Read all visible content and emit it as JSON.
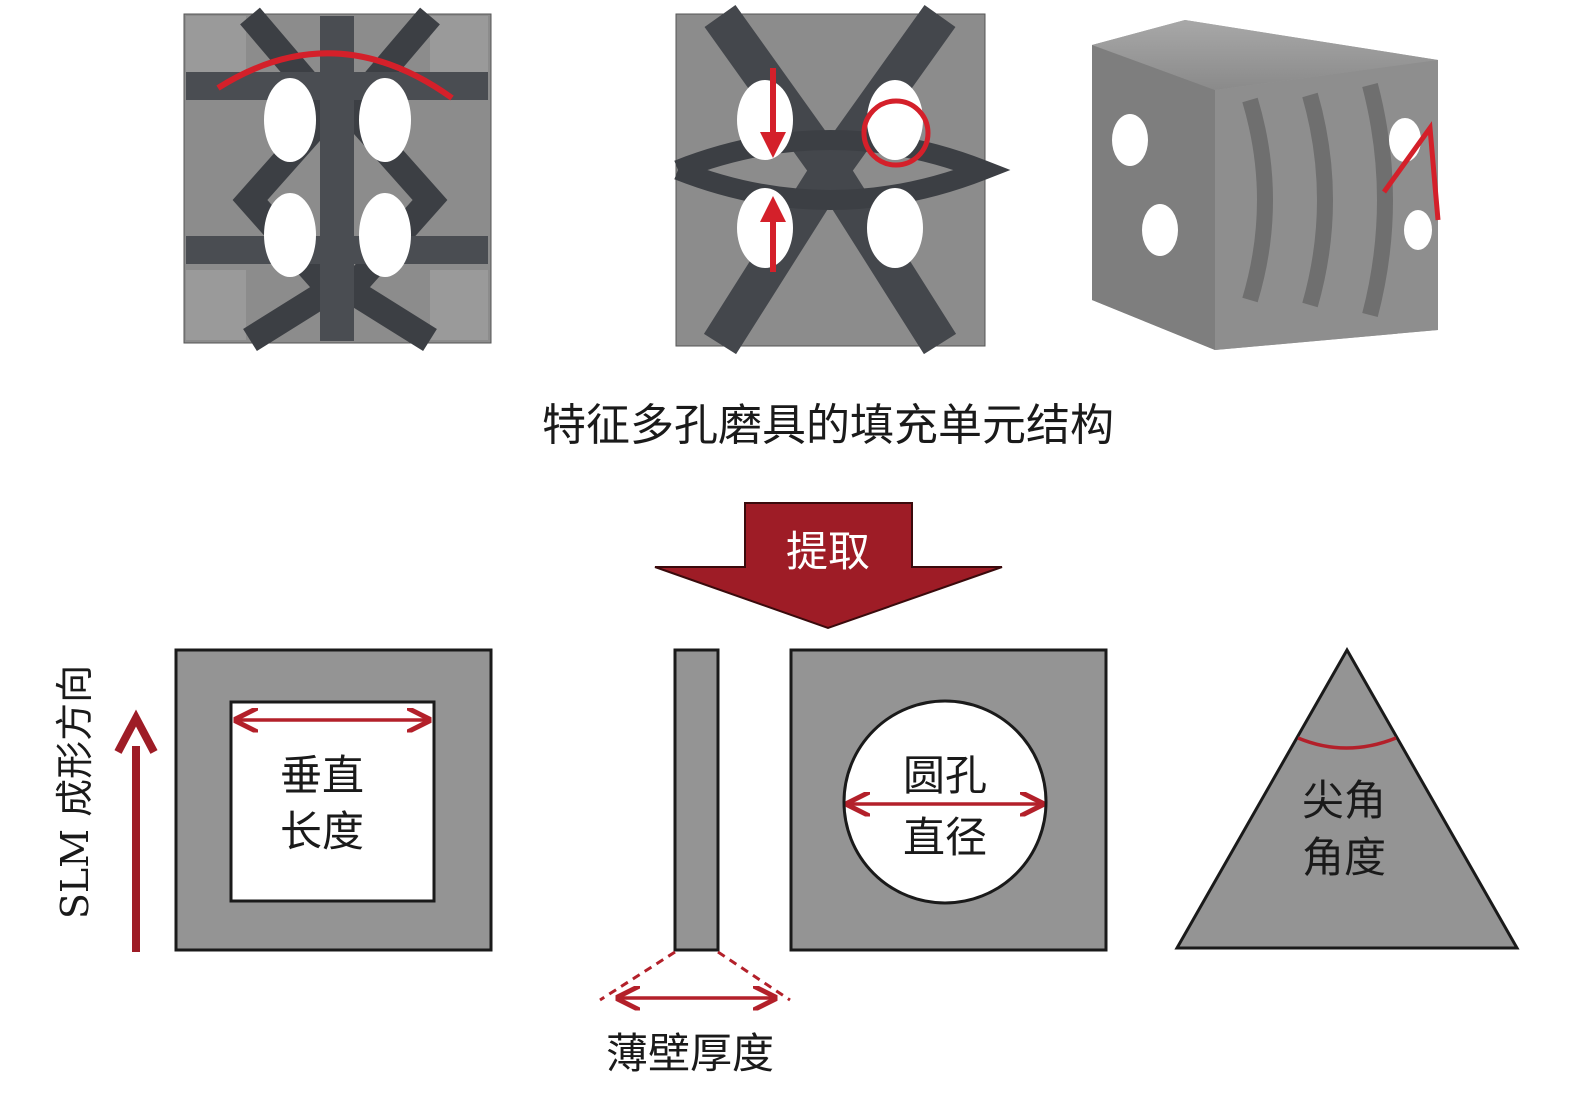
{
  "title": "特征多孔磨具的填充单元结构",
  "extract_label": "提取",
  "build_direction_label": "SLM 成形方向",
  "features": [
    {
      "line1": "垂直",
      "line2": "长度"
    },
    {
      "line1": "薄壁厚度"
    },
    {
      "line1": "圆孔",
      "line2": "直径"
    },
    {
      "line1": "尖角",
      "line2": "角度"
    }
  ],
  "colors": {
    "shape_fill": "#949494",
    "shape_stroke": "#1a1a1a",
    "accent_red": "#b3202a",
    "dark_red": "#8f1d24"
  }
}
